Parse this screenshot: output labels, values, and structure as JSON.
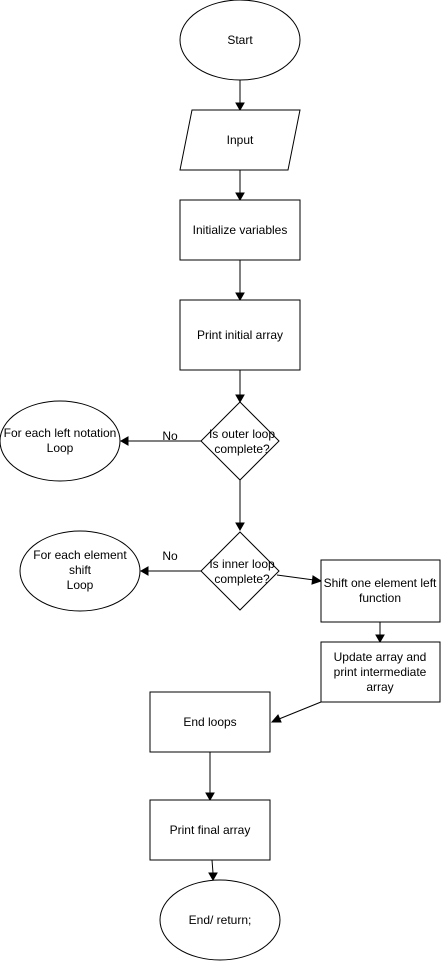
{
  "diagram": {
    "start": "Start",
    "input": "Input",
    "init_vars": "Initialize variables",
    "print_initial": "Print initial array",
    "outer_loop": [
      "Is outer loop",
      "complete?"
    ],
    "outer_no_label": "No",
    "left_notation_loop": [
      "For each left notation",
      "Loop"
    ],
    "inner_loop": [
      "Is inner loop",
      "complete?"
    ],
    "inner_no_label": "No",
    "element_shift_loop": [
      "For each element",
      "shift",
      "Loop"
    ],
    "shift_function": [
      "Shift one element left",
      "function"
    ],
    "update_array": [
      "Update array and",
      "print intermediate",
      "array"
    ],
    "end_loops": "End loops",
    "print_final": "Print final array",
    "end_return": "End/ return;"
  },
  "colors": {
    "stroke": "#000000",
    "fill": "#ffffff"
  }
}
